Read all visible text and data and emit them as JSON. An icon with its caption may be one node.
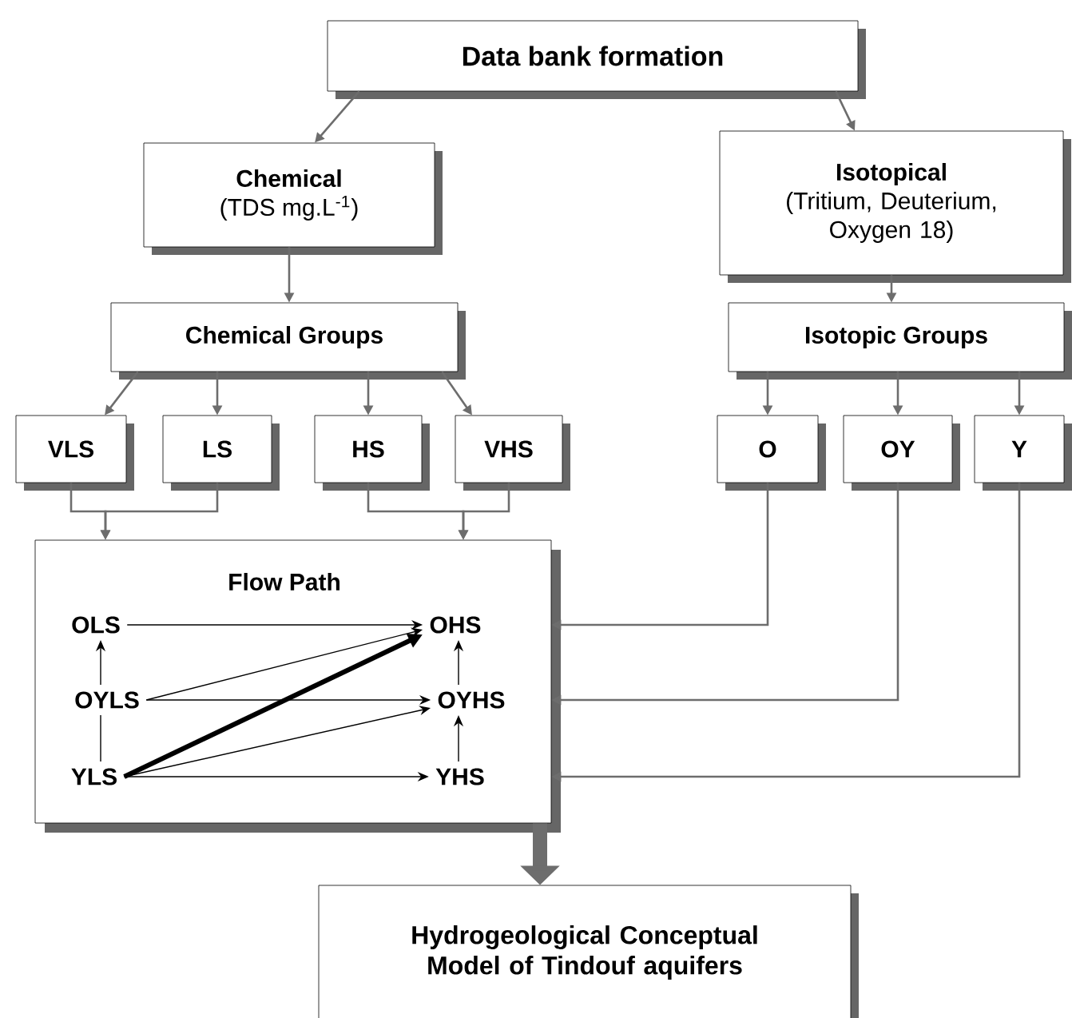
{
  "diagram": {
    "nodes": [
      {
        "text": [
          "Data bank formation"
        ]
      },
      {
        "text": [
          "Chemical",
          "(TDS mg.L$^{-1}$)"
        ]
      },
      {
        "text": [
          "Isotopical",
          "(Tritium, Deuterium, Oxygen 18)"
        ]
      },
      {
        "text": [
          "Chemical Groups"
        ]
      },
      {
        "text": [
          "Isotopic Groups"
        ]
      },
      {
        "text": [
          "VLS"
        ]
      },
      {
        "text": [
          "LS"
        ]
      },
      {
        "text": [
          "HS"
        ]
      },
      {
        "text": [
          "VHS"
        ]
      },
      {
        "text": [
          "O"
        ]
      },
      {
        "text": [
          "OY"
        ]
      },
      {
        "text": [
          "Y"
        ]
      },
      {
        "text": [
          "Flow Path"
        ]
      },
      {
        "text": [
          "OLS"
        ],
        "in": 12
      },
      {
        "text": [
          "OHS"
        ],
        "in": 12
      },
      {
        "text": [
          "OYLS"
        ],
        "in": 12
      },
      {
        "text": [
          "OYHS"
        ],
        "in": 12
      },
      {
        "text": [
          "YLS"
        ],
        "in": 12
      },
      {
        "text": [
          "YHS"
        ],
        "in": 12
      },
      {
        "text": [
          "Hydrogeological Conceptual Model of Tindouf aquifers"
        ]
      }
    ],
    "edges": [
      {
        "from": 0,
        "to": 1,
        "arrow": "to"
      },
      {
        "from": 0,
        "to": 2,
        "arrow": "to"
      },
      {
        "from": 1,
        "to": 3,
        "arrow": "to"
      },
      {
        "from": 2,
        "to": 4,
        "arrow": "to"
      },
      {
        "from": 3,
        "to": 5,
        "arrow": "to"
      },
      {
        "from": 3,
        "to": 6,
        "arrow": "to"
      },
      {
        "from": 3,
        "to": 7,
        "arrow": "to"
      },
      {
        "from": 3,
        "to": 8,
        "arrow": "to"
      },
      {
        "from": 4,
        "to": 9,
        "arrow": "to"
      },
      {
        "from": 4,
        "to": 10,
        "arrow": "to"
      },
      {
        "from": 4,
        "to": 11,
        "arrow": "to"
      },
      {
        "from": 5,
        "to": 12,
        "arrow": "to"
      },
      {
        "from": 6,
        "to": 12,
        "arrow": "to"
      },
      {
        "from": 7,
        "to": 12,
        "arrow": "to"
      },
      {
        "from": 8,
        "to": 12,
        "arrow": "to"
      },
      {
        "from": 9,
        "to": 12,
        "arrow": "to"
      },
      {
        "from": 10,
        "to": 12,
        "arrow": "to"
      },
      {
        "from": 11,
        "to": 12,
        "arrow": "to"
      },
      {
        "from": 15,
        "to": 13,
        "arrow": "to",
        "color": "#000000"
      },
      {
        "from": 17,
        "to": 15,
        "arrow": "none",
        "color": "#000000"
      },
      {
        "from": 13,
        "to": 14,
        "arrow": "to",
        "color": "#000000"
      },
      {
        "from": 15,
        "to": 14,
        "arrow": "to",
        "color": "#000000"
      },
      {
        "from": 15,
        "to": 16,
        "arrow": "to",
        "color": "#000000"
      },
      {
        "from": 17,
        "to": 14,
        "arrow": "to",
        "style": "thick",
        "color": "#000000"
      },
      {
        "from": 17,
        "to": 16,
        "arrow": "to",
        "color": "#000000"
      },
      {
        "from": 17,
        "to": 18,
        "arrow": "to",
        "color": "#000000"
      },
      {
        "from": 16,
        "to": 14,
        "arrow": "to",
        "color": "#000000"
      },
      {
        "from": 18,
        "to": 16,
        "arrow": "to",
        "color": "#000000"
      },
      {
        "from": 12,
        "to": 19,
        "arrow": "to",
        "style": "thick"
      }
    ]
  }
}
